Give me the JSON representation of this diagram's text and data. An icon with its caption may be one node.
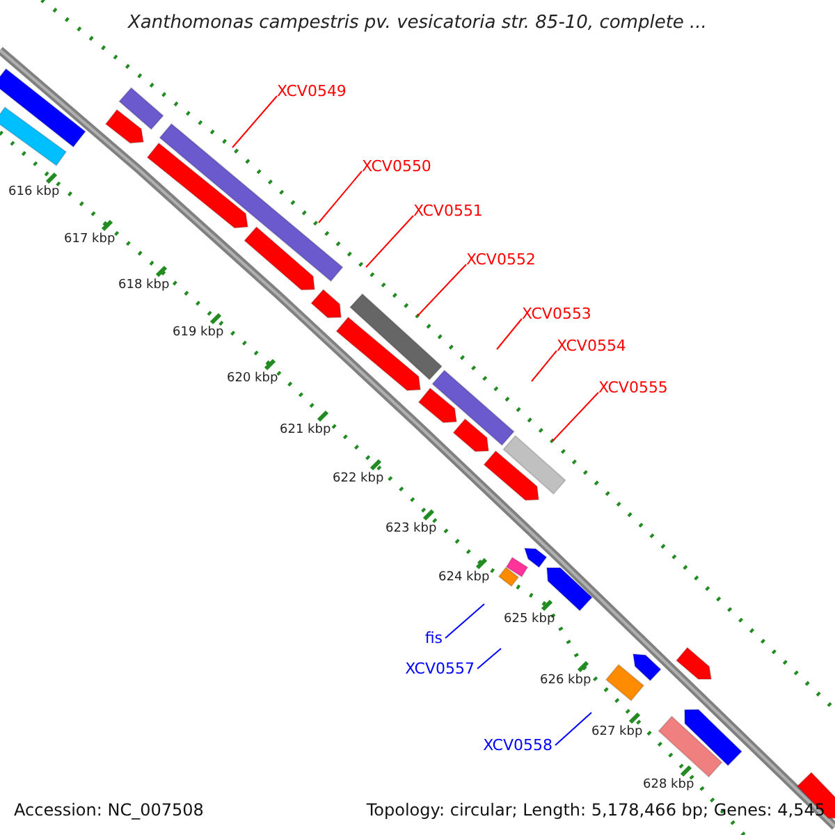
{
  "diagram": {
    "title": "Xanthomonas campestris pv. vesicatoria str. 85-10, complete ...",
    "nodes": [
      {
        "text": [
          "XCV0549"
        ]
      },
      {
        "text": [
          "XCV0550"
        ]
      },
      {
        "text": [
          "XCV0551"
        ]
      },
      {
        "text": [
          "XCV0552"
        ]
      },
      {
        "text": [
          "XCV0553"
        ]
      },
      {
        "text": [
          "XCV0554"
        ]
      },
      {
        "text": [
          "XCV0555"
        ]
      },
      {
        "text": [
          "fis"
        ]
      },
      {
        "text": [
          "XCV0557"
        ]
      },
      {
        "text": [
          "XCV0558"
        ]
      }
    ],
    "edges": [
      {
        "from": 0,
        "to": null,
        "arrow": "none"
      },
      {
        "from": 1,
        "to": null,
        "arrow": "none"
      },
      {
        "from": 2,
        "to": null,
        "arrow": "none"
      },
      {
        "from": 3,
        "to": null,
        "arrow": "none"
      },
      {
        "from": 4,
        "to": null,
        "arrow": "none"
      },
      {
        "from": 5,
        "to": null,
        "arrow": "none"
      },
      {
        "from": 6,
        "to": null,
        "arrow": "none"
      },
      {
        "from": 7,
        "to": null,
        "arrow": "none",
        "color": "#0000ff"
      },
      {
        "from": 8,
        "to": null,
        "arrow": "none",
        "color": "#0000ff"
      },
      {
        "from": 9,
        "to": null,
        "arrow": "none",
        "color": "#0000ff"
      }
    ],
    "labels": [
      "616 kbp",
      "617 kbp",
      "618 kbp",
      "619 kbp",
      "620 kbp",
      "621 kbp",
      "622 kbp",
      "623 kbp",
      "624 kbp",
      "625 kbp",
      "626 kbp",
      "627 kbp",
      "628 kbp",
      "Accession: NC_007508",
      "Topology: circular; Length: 5,178,466 bp; Genes: 4,545"
    ]
  }
}
